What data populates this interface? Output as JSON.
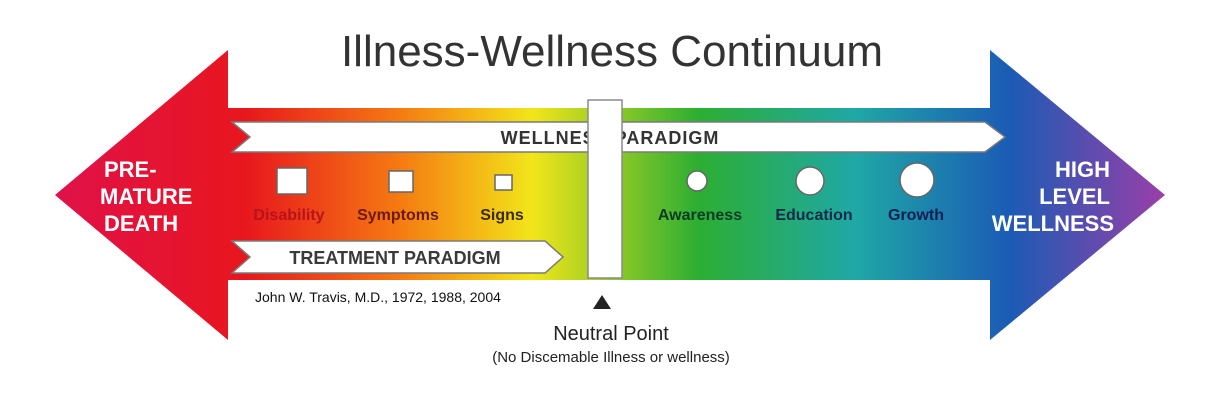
{
  "title": "Illness-Wellness Continuum",
  "left_end": {
    "lines": [
      "PRE-",
      "MATURE",
      "DEATH"
    ]
  },
  "right_end": {
    "lines": [
      "HIGH",
      "LEVEL",
      "WELLNESS"
    ]
  },
  "wellness_paradigm": "WELLNESS PARADIGM",
  "treatment_paradigm": "TREATMENT PARADIGM",
  "illness_stages": [
    {
      "label": "Disability",
      "color": "#b8121b"
    },
    {
      "label": "Symptoms",
      "color": "#6a1a10"
    },
    {
      "label": "Signs",
      "color": "#3a2b10"
    }
  ],
  "wellness_stages": [
    {
      "label": "Awareness",
      "color": "#0d3a2a"
    },
    {
      "label": "Education",
      "color": "#0d2a4a"
    },
    {
      "label": "Growth",
      "color": "#0d2050"
    }
  ],
  "credit": "John W. Travis, M.D., 1972, 1988, 2004",
  "neutral_point": {
    "label": "Neutral Point",
    "sublabel": "(No Discemable Illness or wellness)"
  },
  "colors": {
    "left": "#e0114a",
    "red": "#e8161e",
    "orange": "#f57a12",
    "yellow": "#f2e51a",
    "green": "#2cae32",
    "teal": "#1fa8a6",
    "blue": "#1b5bb5",
    "right": "#9a3fa8"
  }
}
